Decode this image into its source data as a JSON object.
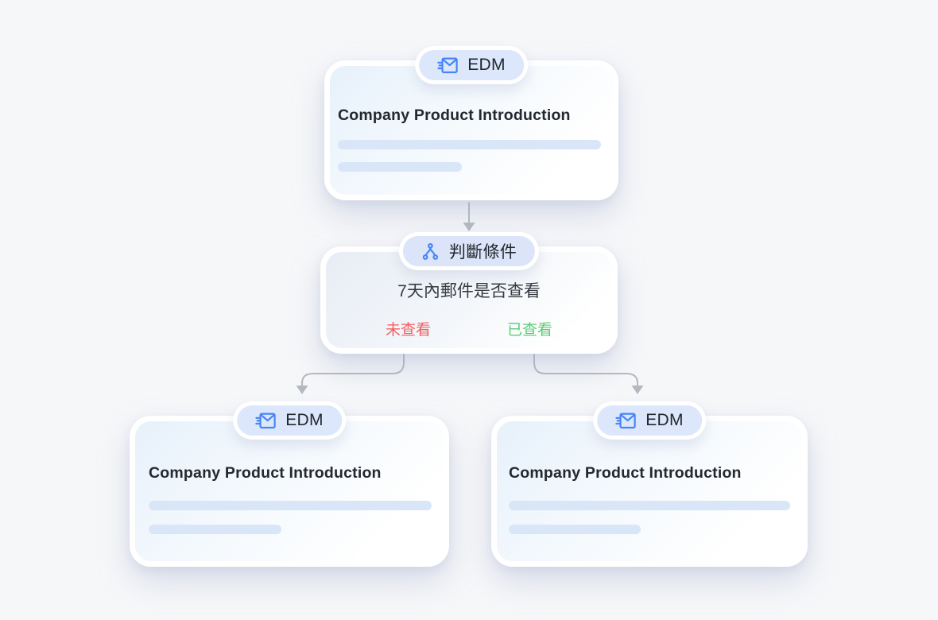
{
  "page": {
    "background_color": "#f6f7f9",
    "description": "EDM marketing automation workflow diagram"
  },
  "flow": {
    "top_node": {
      "badge_icon": "mail-send-icon",
      "badge_label": "EDM",
      "title": "Company Product Introduction",
      "placeholder_bars": 2
    },
    "condition_node": {
      "badge_icon": "branch-split-icon",
      "badge_label": "判斷條件",
      "question": "7天內郵件是否查看",
      "branch_negative": {
        "label": "未查看",
        "color": "#f55f5f"
      },
      "branch_positive": {
        "label": "已查看",
        "color": "#5ecb74"
      }
    },
    "bottom_left_node": {
      "badge_icon": "mail-send-icon",
      "badge_label": "EDM",
      "title": "Company Product Introduction",
      "placeholder_bars": 2
    },
    "bottom_right_node": {
      "badge_icon": "mail-send-icon",
      "badge_label": "EDM",
      "title": "Company Product Introduction",
      "placeholder_bars": 2
    }
  },
  "colors": {
    "accent_blue": "#4684f8",
    "edm_pill_background": "#dce7fb",
    "condition_pill_background": "#dbe4f8",
    "placeholder_bar": "#d9e6f8",
    "connector_gray": "#b4b9c1",
    "negative_red": "#f55f5f",
    "positive_green": "#5ecb74",
    "card_tint": "#e7f1fb"
  }
}
